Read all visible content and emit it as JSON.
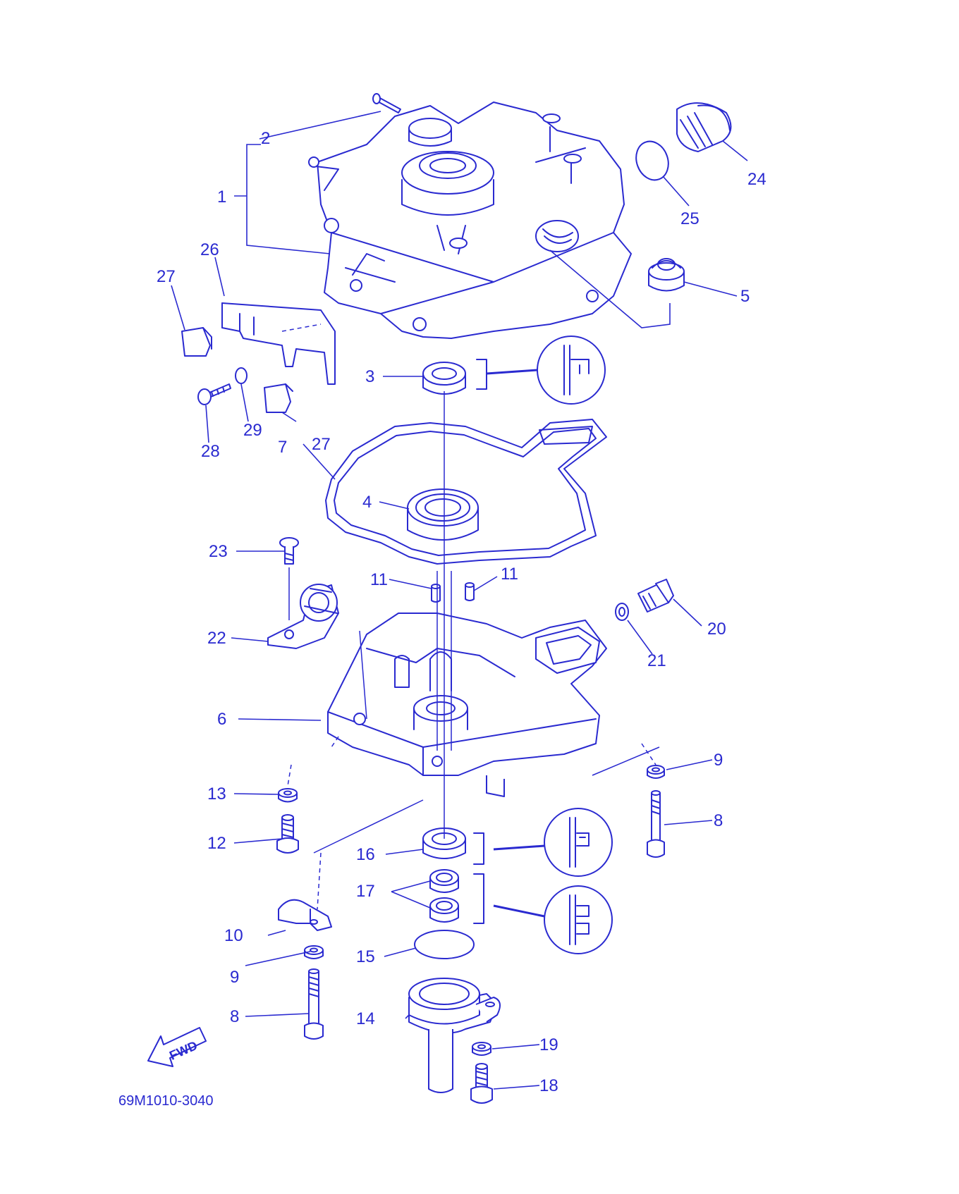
{
  "diagram": {
    "part_code": "69M1010-3040",
    "fwd_label": "FWD",
    "line_color": "#2a2ad0",
    "callouts": [
      "1",
      "2",
      "3",
      "4",
      "5",
      "6",
      "7",
      "8",
      "8",
      "9",
      "9",
      "10",
      "11",
      "11",
      "12",
      "13",
      "14",
      "15",
      "16",
      "17",
      "18",
      "19",
      "20",
      "21",
      "22",
      "23",
      "24",
      "25",
      "26",
      "27",
      "27",
      "28",
      "29"
    ]
  }
}
